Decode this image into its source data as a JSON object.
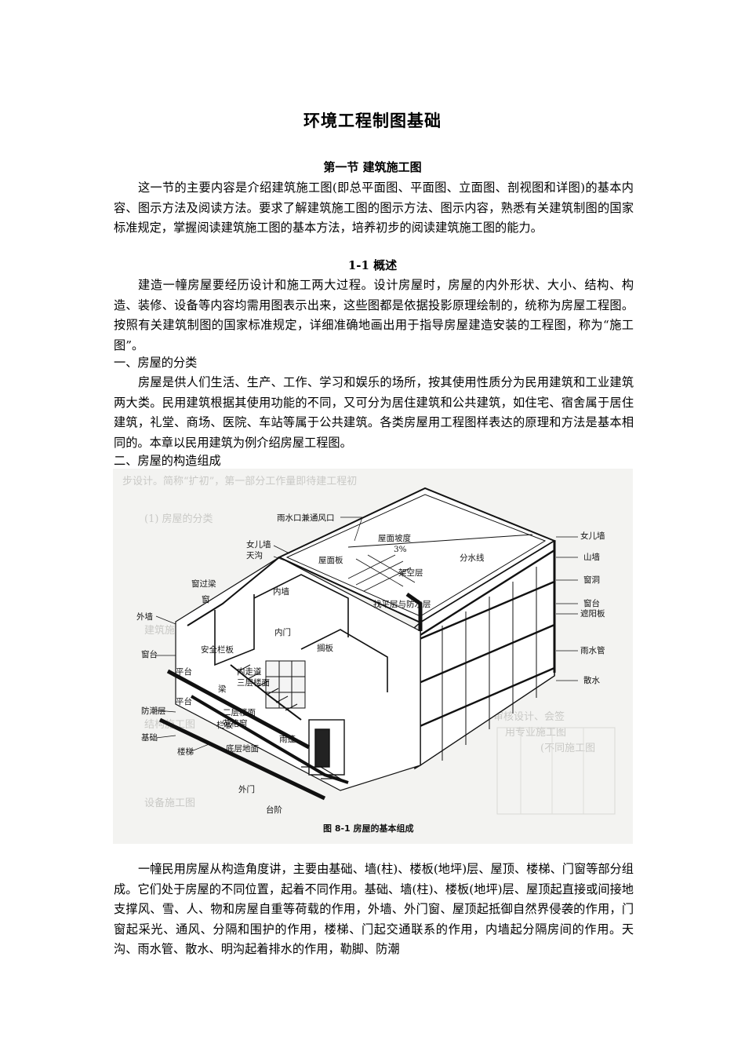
{
  "doc": {
    "title": "环境工程制图基础",
    "section_title": "第一节  建筑施工图",
    "intro": "这一节的主要内容是介绍建筑施工图(即总平面图、平面图、立面图、剖视图和详图)的基本内容、图示方法及阅读方法。要求了解建筑施工图的图示方法、图示内容，熟悉有关建筑制图的国家标准规定，掌握阅读建筑施工图的基本方法，培养初步的阅读建筑施工图的能力。",
    "overview_title": "1-1 概述",
    "overview_text": "建造一幢房屋要经历设计和施工两大过程。设计房屋时，房屋的内外形状、大小、结构、构造、装修、设备等内容均需用图表示出来，这些图都是依据投影原理绘制的，统称为房屋工程图。按照有关建筑制图的国家标准规定，详细准确地画出用于指导房屋建造安装的工程图，称为“施工图”。",
    "heading1": "一、房屋的分类",
    "class_text": "房屋是供人们生活、生产、工作、学习和娱乐的场所，按其使用性质分为民用建筑和工业建筑两大类。民用建筑根据其使用功能的不同，又可分为居住建筑和公共建筑，如住宅、宿舍属于居住建筑，礼堂、商场、医院、车站等属于公共建筑。各类房屋用工程图样表达的原理和方法是基本相同的。本章以民用建筑为例介绍房屋工程图。",
    "heading2": "二、房屋的构造组成",
    "composition_text": "一幢民用房屋从构造角度讲，主要由基础、墙(柱)、楼板(地坪)层、屋顶、楼梯、门窗等部分组成。它们处于房屋的不同位置，起着不同作用。基础、墙(柱)、楼板(地坪)层、屋顶起直接或间接地支撑风、雪、人、物和房屋自重等荷载的作用，外墙、外门窗、屋顶起抵御自然界侵袭的作用，门窗起采光、通风、分隔和围护的作用，楼梯、门起交通联系的作用，内墙起分隔房间的作用。天沟、雨水管、散水、明沟起着排水的作用，勒脚、防潮"
  },
  "figure": {
    "caption": "图 8-1   房屋的基本组成",
    "slope_value": "3%",
    "labels_left": [
      "女儿墙",
      "天沟",
      "窗过梁",
      "窗",
      "外墙",
      "窗台",
      "平台",
      "平台",
      "防潮层",
      "基础",
      "楼梯"
    ],
    "labels_center": [
      "雨水口兼通风口",
      "屋面坡度",
      "屋面板",
      "内墙",
      "架空层",
      "找平层与防水层",
      "内门",
      "搁板",
      "安全栏板",
      "内走道",
      "三层楼面",
      "梁",
      "二层楼面",
      "花格窗",
      "栏板",
      "底层地面",
      "雨篷",
      "外门",
      "台阶",
      "分水线"
    ],
    "labels_right": [
      "女儿墙",
      "山墙",
      "窗洞",
      "窗台",
      "遮阳板",
      "雨水管",
      "散水"
    ],
    "ghost_text": [
      "步设计。简称“扩初”，第一部分工作量即待建工程初",
      "(1) 房屋的分类",
      "建筑施工图",
      "结构施工图",
      "设备施工图",
      "审核设计、会签",
      "用专业施工图",
      "(不同施工图"
    ]
  }
}
